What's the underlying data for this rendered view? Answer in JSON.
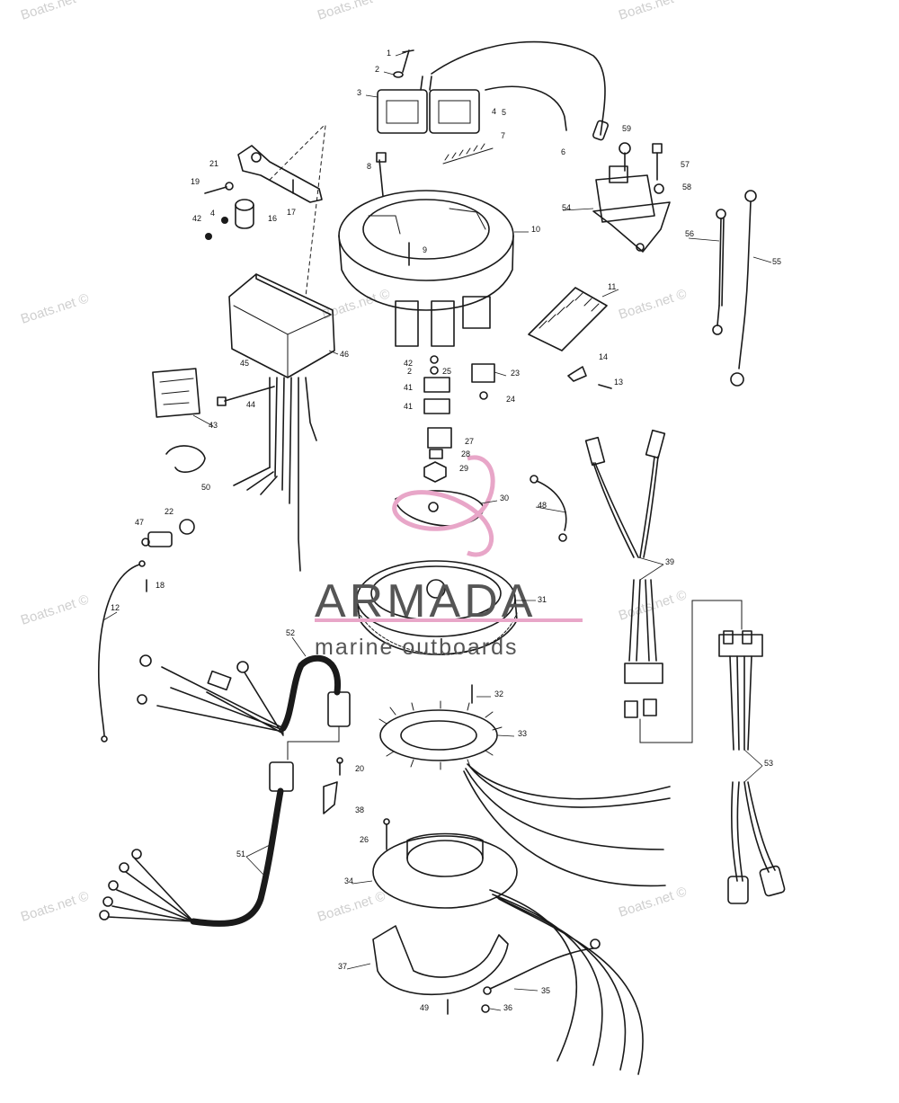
{
  "watermark_text": "Boats.net ©",
  "logo": {
    "brand": "ARMADA",
    "tagline": "marine outboards",
    "accent_color": "#e8a6c8",
    "text_color": "#555555"
  },
  "part_numbers": [
    "1",
    "2",
    "3",
    "4",
    "5",
    "6",
    "7",
    "8",
    "10",
    "9",
    "17",
    "21",
    "19",
    "16",
    "4",
    "42",
    "59",
    "57",
    "58",
    "54",
    "56",
    "55",
    "11",
    "46",
    "45",
    "44",
    "43",
    "42",
    "2",
    "25",
    "23",
    "41",
    "41",
    "24",
    "14",
    "13",
    "27",
    "28",
    "29",
    "30",
    "48",
    "50",
    "22",
    "47",
    "18",
    "12",
    "39",
    "31",
    "52",
    "32",
    "33",
    "20",
    "53",
    "38",
    "26",
    "51",
    "34",
    "37",
    "35",
    "49",
    "36"
  ]
}
